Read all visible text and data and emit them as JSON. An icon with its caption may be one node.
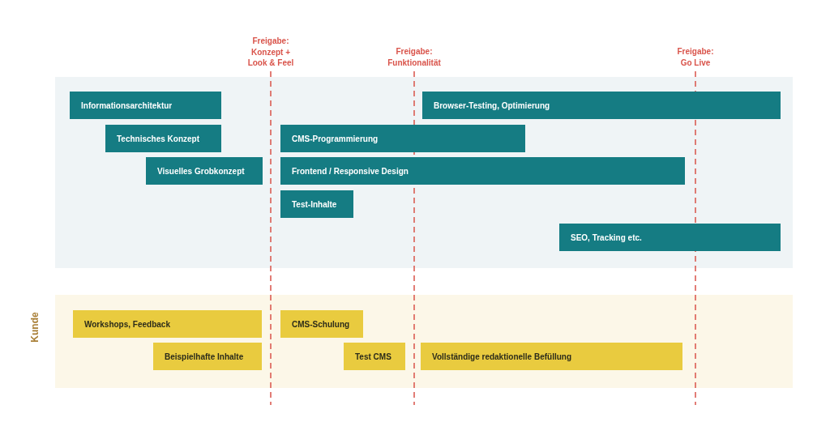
{
  "diagram": {
    "nodes": [
      {
        "text": [],
        "shape": "band"
      },
      {
        "text": [
          "Informationsarchitektur"
        ],
        "in": 0
      },
      {
        "text": [
          "Browser-Testing, Optimierung"
        ],
        "in": 0
      },
      {
        "text": [
          "Technisches Konzept"
        ],
        "in": 0
      },
      {
        "text": [
          "CMS-Programmierung"
        ],
        "in": 0
      },
      {
        "text": [
          "Visuelles Grobkonzept"
        ],
        "in": 0
      },
      {
        "text": [
          "Frontend / Responsive Design"
        ],
        "in": 0
      },
      {
        "text": [
          "Test-Inhalte"
        ],
        "in": 0
      },
      {
        "text": [
          "SEO, Tracking etc."
        ],
        "in": 0
      },
      {
        "text": [
          "Kunde"
        ]
      },
      {
        "text": [
          "Workshops, Feedback"
        ],
        "in": 9
      },
      {
        "text": [
          "CMS-Schulung"
        ],
        "in": 9
      },
      {
        "text": [
          "Beispielhafte Inhalte"
        ],
        "in": 9
      },
      {
        "text": [
          "Test CMS"
        ],
        "in": 9
      },
      {
        "text": [
          "Vollständige redaktionelle Befüllung"
        ],
        "in": 9
      }
    ],
    "edges": [],
    "labels": [
      "Freigabe: Konzept + Look & Feel",
      "Freigabe: Funktionalität",
      "Freigabe: Go Live"
    ]
  }
}
